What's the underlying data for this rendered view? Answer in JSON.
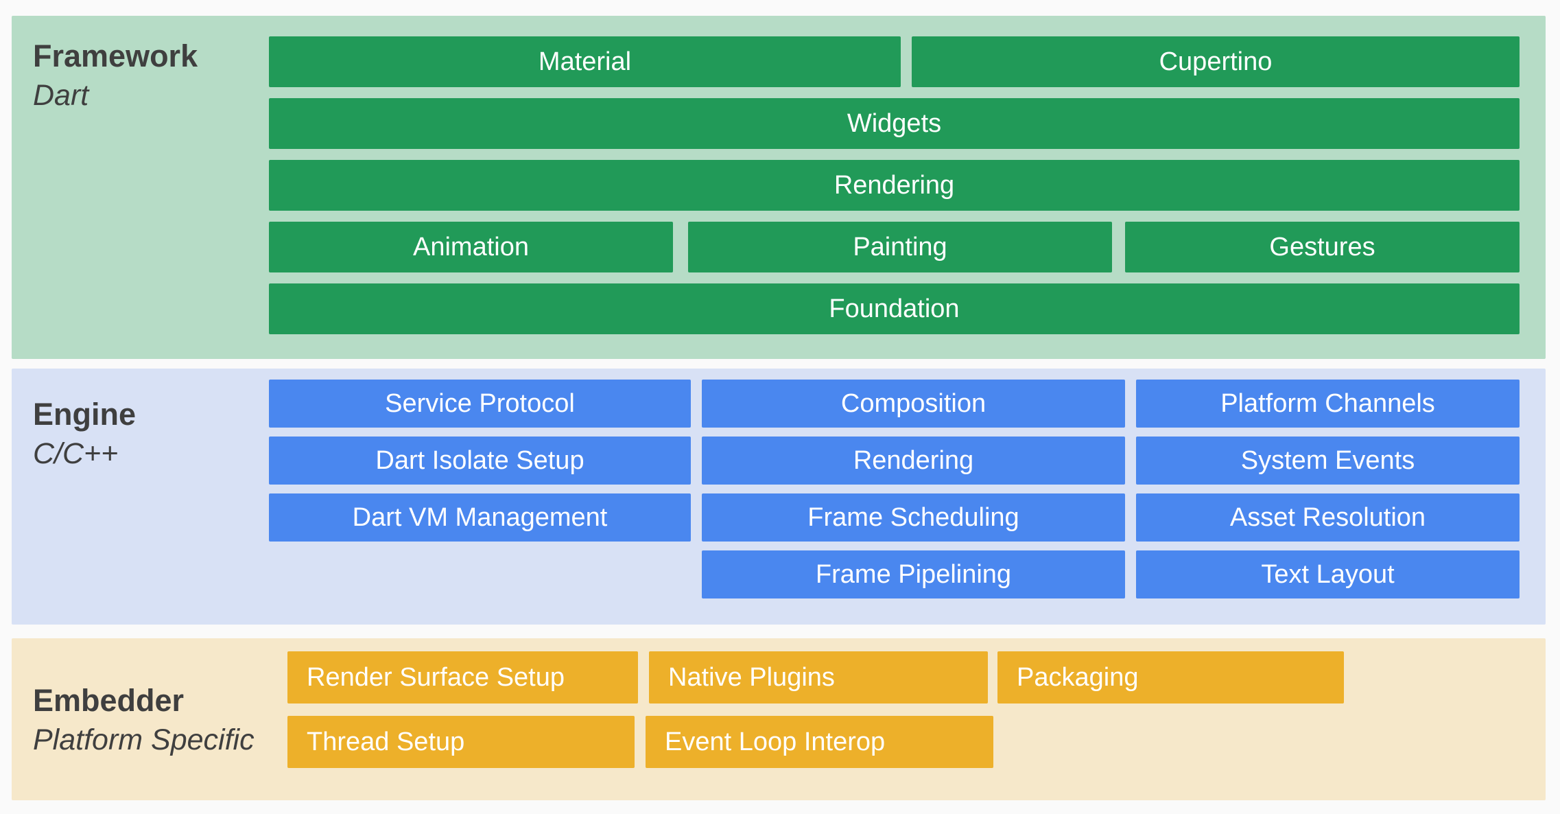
{
  "colors": {
    "page_bg": "#fafafa",
    "framework_bg": "#b6dcc6",
    "framework_bar": "#219a58",
    "engine_bg": "#d8e1f5",
    "engine_bar": "#4a87ef",
    "embedder_bg": "#f6e8ca",
    "embedder_bar": "#edb02a",
    "heading_text": "#3f3f3f",
    "bar_text": "#ffffff"
  },
  "framework": {
    "label": "Framework",
    "sublabel": "Dart",
    "bars": {
      "material": "Material",
      "cupertino": "Cupertino",
      "widgets": "Widgets",
      "rendering": "Rendering",
      "animation": "Animation",
      "painting": "Painting",
      "gestures": "Gestures",
      "foundation": "Foundation"
    }
  },
  "engine": {
    "label": "Engine",
    "sublabel": "C/C++",
    "bars": {
      "service_protocol": "Service Protocol",
      "dart_isolate_setup": "Dart Isolate Setup",
      "dart_vm_management": "Dart VM Management",
      "composition": "Composition",
      "rendering": "Rendering",
      "frame_scheduling": "Frame Scheduling",
      "frame_pipelining": "Frame Pipelining",
      "platform_channels": "Platform Channels",
      "system_events": "System Events",
      "asset_resolution": "Asset Resolution",
      "text_layout": "Text Layout"
    }
  },
  "embedder": {
    "label": "Embedder",
    "sublabel": "Platform Specific",
    "bars": {
      "render_surface_setup": "Render Surface Setup",
      "native_plugins": "Native Plugins",
      "packaging": "Packaging",
      "thread_setup": "Thread Setup",
      "event_loop_interop": "Event Loop Interop"
    }
  }
}
